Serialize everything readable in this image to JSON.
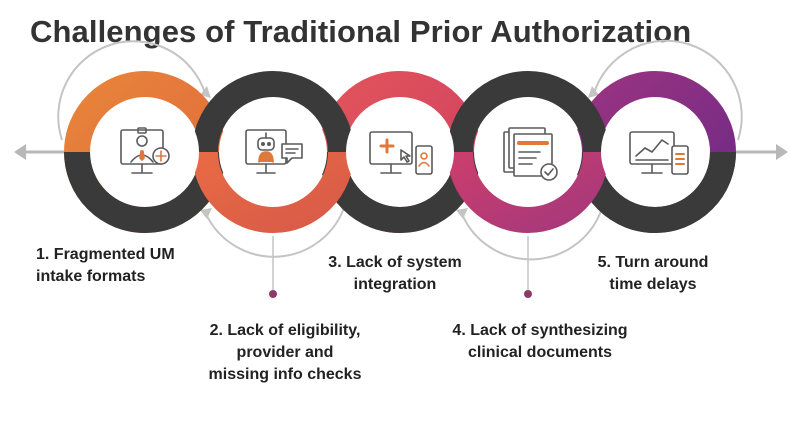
{
  "title": "Challenges of Traditional Prior Authorization",
  "colors": {
    "orange": "#E0773B",
    "coral": "#E56146",
    "red": "#D6485C",
    "magenta": "#B83A78",
    "purple": "#7D2E86",
    "dark_ring": "#3A3A3A",
    "arrow": "#B8B8B8",
    "icon_stroke": "#5A5A5A",
    "icon_accent": "#E0773B",
    "connector_dot": "#8A3A66"
  },
  "steps": [
    {
      "lines": [
        "1. Fragmented UM",
        "intake formats"
      ],
      "icon": "doctor-monitor-add-icon"
    },
    {
      "lines": [
        "2. Lack of eligibility,",
        "provider and",
        "missing info checks"
      ],
      "icon": "chatbot-robot-icon"
    },
    {
      "lines": [
        "3. Lack of system",
        "integration"
      ],
      "icon": "desktop-mobile-medical-icon"
    },
    {
      "lines": [
        "4. Lack of synthesizing",
        "clinical documents"
      ],
      "icon": "document-check-icon"
    },
    {
      "lines": [
        "5. Turn around",
        "time delays"
      ],
      "icon": "analytics-monitor-mobile-icon"
    }
  ]
}
